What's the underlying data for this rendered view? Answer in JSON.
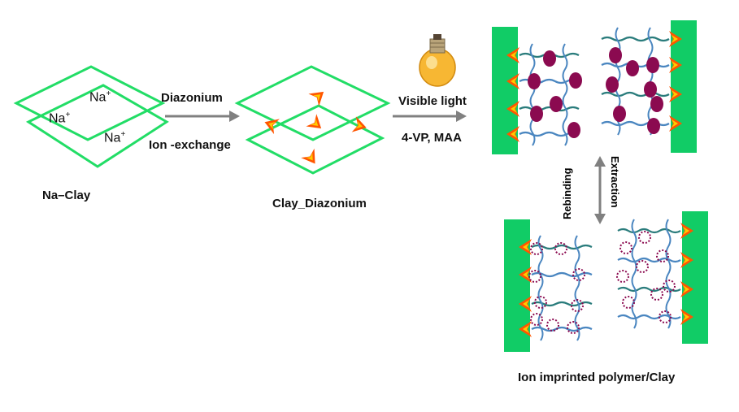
{
  "labels": {
    "na_clay": "Na–Clay",
    "na": "Na",
    "plus": "+",
    "diazonium": "Diazonium",
    "ion_exchange": "Ion -exchange",
    "clay_diazonium": "Clay_Diazonium",
    "visible_light": "Visible  light",
    "monomers": "4-VP, MAA",
    "rebinding": "Rebinding",
    "extraction": "Extraction",
    "ion_imprinted": "Ion imprinted  polymer/Clay"
  },
  "colors": {
    "clay_green": "#22dd66",
    "bar_green": "#11cc66",
    "arrow_gray": "#808080",
    "chain_blue": "#4a86c0",
    "chain_teal": "#2a7c7c",
    "ion_purple": "#8b0a50",
    "chevron_orange": "#ff5500",
    "chevron_yellow": "#ffcc00"
  },
  "icons": [
    "light-bulb-icon",
    "diazonium-chevron-icon",
    "metal-ion-icon",
    "empty-cavity-icon"
  ]
}
